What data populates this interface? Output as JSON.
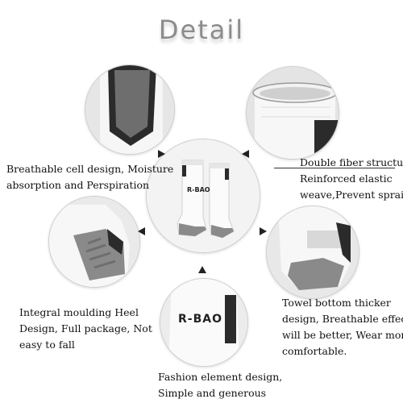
{
  "title": "Detail",
  "center_sock_label": "R-BAO",
  "features": {
    "breathable": {
      "line1": "Breathable cell design, Moisture",
      "line2": "absorption and Perspiration"
    },
    "double_fiber": {
      "line1": "Double fiber structure,",
      "line2": "Reinforced elastic",
      "line3": "weave,Prevent sprains"
    },
    "heel": {
      "line1": "Integral moulding Heel",
      "line2": "Design, Full package, Not",
      "line3": "easy to fall"
    },
    "towel": {
      "line1": "Towel bottom thicker",
      "line2": "design, Breathable effect",
      "line3": "will be better, Wear more",
      "line4": "comfortable."
    },
    "fashion": {
      "line1": "Fashion element design,",
      "line2": "Simple and generous",
      "label": "R-BAO"
    }
  },
  "colors": {
    "sock_white": "#f4f4f4",
    "sock_gray": "#8a8a8a",
    "sock_dark": "#2b2b2b",
    "background": "#ffffff",
    "title": "#8c8c8c"
  }
}
